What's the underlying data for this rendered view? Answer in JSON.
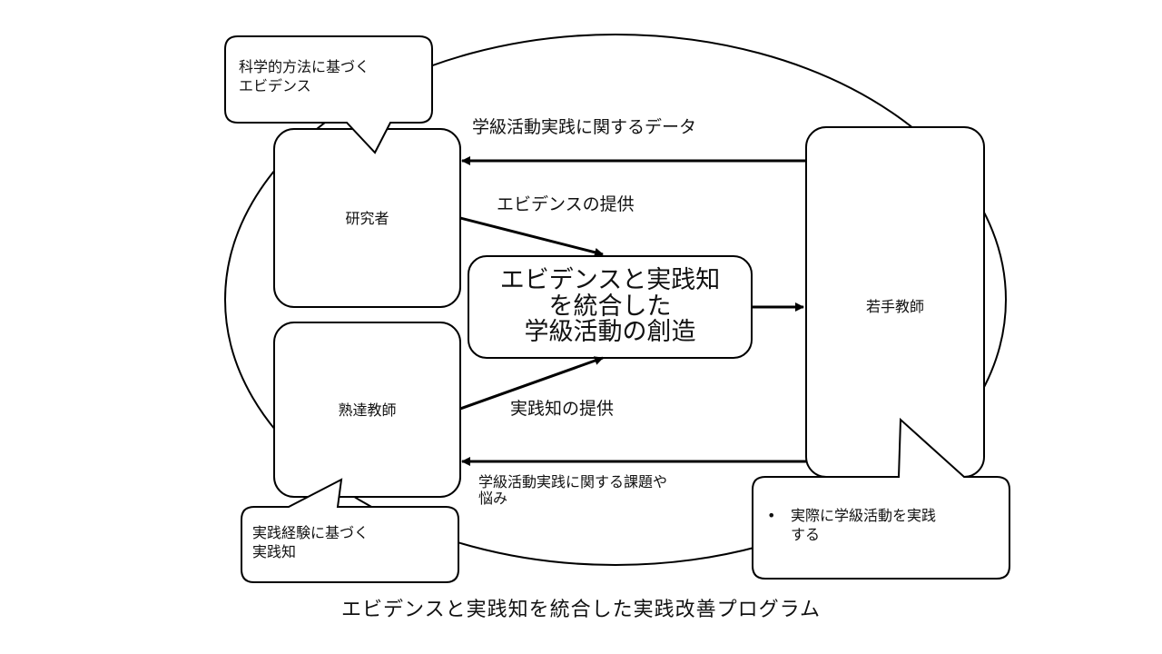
{
  "nodes": {
    "researcher": "研究者",
    "expert_teacher": "熟達教師",
    "young_teacher": "若手教師",
    "center_lines": [
      "エビデンスと実践知",
      "を統合した",
      "学級活動の創造"
    ]
  },
  "bubbles": {
    "researcher": [
      "科学的方法に基づく",
      "エビデンス"
    ],
    "expert_teacher": [
      "実践経験に基づく",
      "実践知"
    ],
    "young_teacher_bullet": "•",
    "young_teacher": [
      "実際に学級活動を実践",
      "する"
    ]
  },
  "arrows": {
    "data_to_researcher": "学級活動実践に関するデータ",
    "evidence_provision": "エビデンスの提供",
    "practical_knowledge_provision": "実践知の提供",
    "issues_to_expert": [
      "学級活動実践に関する課題や",
      "悩み"
    ]
  },
  "caption": "エビデンスと実践知を統合した実践改善プログラム"
}
